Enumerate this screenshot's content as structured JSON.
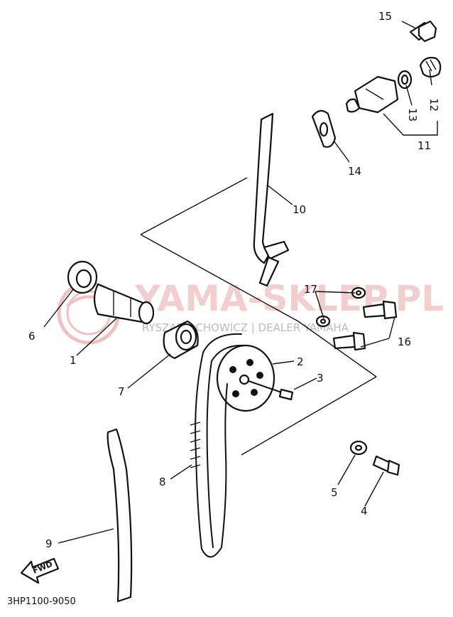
{
  "callouts": {
    "c1": "1",
    "c2": "2",
    "c3": "3",
    "c4": "4",
    "c5": "5",
    "c6": "6",
    "c7": "7",
    "c8": "8",
    "c9": "9",
    "c10": "10",
    "c11": "11",
    "c12": "12",
    "c13": "13",
    "c14": "14",
    "c15": "15",
    "c16": "16",
    "c17": "17"
  },
  "fwd_label": "FWD",
  "diagram_code": "3HP1100-9050",
  "watermark": {
    "main": "YAMA-SKLEP.PL",
    "sub": "RYSZARD CHOWICZ | DEALER YAMAHA",
    "color": "#e07878"
  }
}
